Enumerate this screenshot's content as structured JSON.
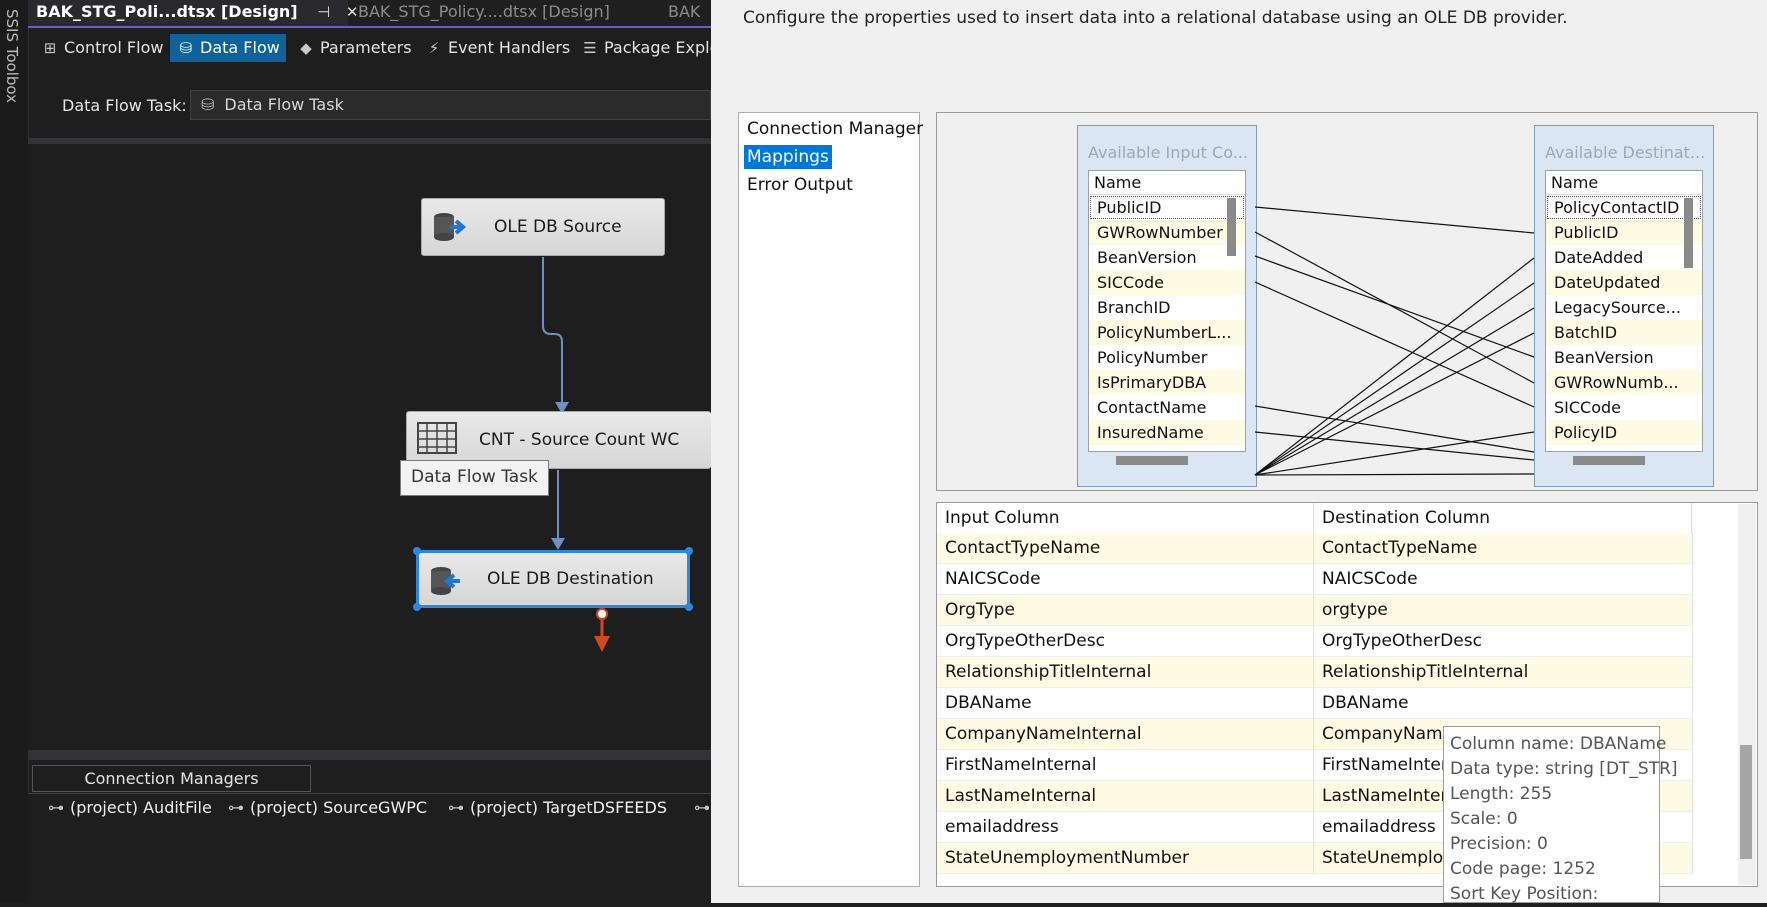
{
  "ide": {
    "toolbox_label": "SSIS Toolbox",
    "tabs": [
      {
        "label": "BAK_STG_Poli...dtsx [Design]",
        "active": true
      },
      {
        "label": "BAK_STG_Policy....dtsx [Design]",
        "active": false
      },
      {
        "label": "BAK",
        "active": false
      }
    ],
    "designer_tabs": [
      {
        "label": "Control Flow",
        "icon": "control-flow-icon"
      },
      {
        "label": "Data Flow",
        "icon": "data-flow-icon",
        "active": true
      },
      {
        "label": "Parameters",
        "icon": "parameters-icon"
      },
      {
        "label": "Event Handlers",
        "icon": "event-handlers-icon"
      },
      {
        "label": "Package Explo",
        "icon": "package-explorer-icon"
      }
    ],
    "data_flow_task_label": "Data Flow Task:",
    "data_flow_task_value": "Data Flow Task",
    "components": {
      "source": "OLE DB Source",
      "count": "CNT - Source Count WC",
      "destination": "OLE DB Destination"
    },
    "hover_tooltip": "Data Flow Task",
    "connection_managers_tab": "Connection Managers",
    "connection_managers": [
      "(project) AuditFile",
      "(project) SourceGWPC",
      "(project) TargetDSFEEDS"
    ]
  },
  "dialog": {
    "description": "Configure the properties used to insert data into a relational database using an OLE DB provider.",
    "nav": [
      "Connection Manager",
      "Mappings",
      "Error Output"
    ],
    "nav_selected": "Mappings",
    "available_input": {
      "title": "Available Input Co...",
      "header": "Name",
      "columns": [
        "PublicID",
        "GWRowNumber",
        "BeanVersion",
        "SICCode",
        "BranchID",
        "PolicyNumberL...",
        "PolicyNumber",
        "IsPrimaryDBA",
        "ContactName",
        "InsuredName"
      ]
    },
    "available_dest": {
      "title": "Available Destinat...",
      "header": "Name",
      "columns": [
        "PolicyContactID",
        "PublicID",
        "DateAdded",
        "DateUpdated",
        "LegacySource...",
        "BatchID",
        "BeanVersion",
        "GWRowNumb...",
        "SICCode",
        "PolicyID"
      ]
    },
    "mapping_grid": {
      "headers": [
        "Input Column",
        "Destination Column"
      ],
      "rows": [
        [
          "ContactTypeName",
          "ContactTypeName"
        ],
        [
          "NAICSCode",
          "NAICSCode"
        ],
        [
          "OrgType",
          "orgtype"
        ],
        [
          "OrgTypeOtherDesc",
          "OrgTypeOtherDesc"
        ],
        [
          "RelationshipTitleInternal",
          "RelationshipTitleInternal"
        ],
        [
          "DBAName",
          "DBAName"
        ],
        [
          "CompanyNameInternal",
          "CompanyName"
        ],
        [
          "FirstNameInternal",
          "FirstNameInter"
        ],
        [
          "LastNameInternal",
          "LastNameInter"
        ],
        [
          "emailaddress",
          "emailaddress"
        ],
        [
          "StateUnemploymentNumber",
          "StateUnemploy"
        ]
      ]
    },
    "column_tooltip": [
      "Column name: DBAName",
      "Data type: string [DT_STR]",
      "Length: 255",
      "Scale: 0",
      "Precision: 0",
      "Code page: 1252",
      "Sort Key Position:"
    ]
  }
}
